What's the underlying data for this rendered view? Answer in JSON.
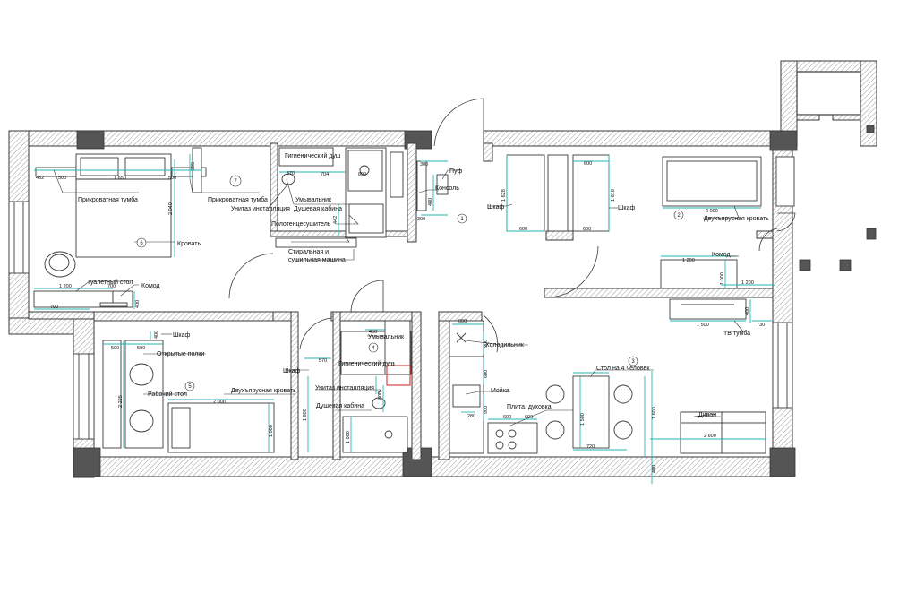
{
  "rooms": [
    {
      "id": "r1",
      "number": "1"
    },
    {
      "id": "r2",
      "number": "2"
    },
    {
      "id": "r3",
      "number": "3"
    },
    {
      "id": "r4",
      "number": "4"
    },
    {
      "id": "r5",
      "number": "5"
    },
    {
      "id": "r6",
      "number": "6"
    },
    {
      "id": "r7",
      "number": "7"
    }
  ],
  "labels": {
    "bedside_table_1": "Прикроватная тумба",
    "bedside_table_2": "Прикроватная тумба",
    "bed": "Кровать",
    "dressing_table": "Туалетный стол",
    "dresser_1": "Комод",
    "hygienic_shower_1": "Гигиенический душ",
    "washbasin_1": "Умывальник",
    "toilet_install_1": "Унитаз инсталляция",
    "shower_cabin_1": "Душевая кабина",
    "towel_warmer": "Полотенцесушитель",
    "washer_dryer": "Стиральная и\nсушильная машина",
    "pouf": "Пуф",
    "console": "Консоль",
    "wardrobe_hall": "Шкаф",
    "wardrobe_room2": "Шкаф",
    "bunk_bed_2": "Двухъярусная кровать",
    "dresser_2": "Комод",
    "tv_stand": "ТВ тумба",
    "wardrobe_room6": "Шкаф",
    "open_shelves": "Открытые полки",
    "desk": "Рабочий стол",
    "bunk_bed_6": "Двухъярусная кровать",
    "wardrobe_bath4": "Шкаф",
    "washbasin_2": "Умывальник",
    "hygienic_shower_2": "Гигиенический душ",
    "toilet_install_2": "Унитаз инсталляция",
    "shower_cabin_2": "Душевая кабина",
    "fridge": "Холодильник",
    "sink": "Мойка",
    "stove": "Плита, духовка",
    "table4": "Стол на 4 человек",
    "sofa": "Диван"
  },
  "dims": {
    "d452": "452",
    "d500a": "500",
    "d1650": "1 650",
    "d500b": "500",
    "d325": "325",
    "d2040": "2 040",
    "d1200a": "1 200",
    "d700a": "700",
    "d700b": "700",
    "d400a": "400",
    "d570a": "570",
    "d704": "704",
    "d800a": "800",
    "d442": "442",
    "d300a": "300",
    "d400b": "400",
    "d300b": "300",
    "d600a": "600",
    "d1628": "1 628",
    "d600b": "600",
    "d600c": "600",
    "d1618": "1 618",
    "d2000a": "2 000",
    "d1200b": "1 200",
    "d1000": "1 000",
    "d1200c": "1 200",
    "d400c": "400",
    "d1500a": "1 500",
    "d730": "730",
    "d400d": "400",
    "d500c": "500",
    "d500d": "500",
    "d2225": "2 225",
    "d2000b": "2 000",
    "d1000b": "1 000",
    "d1800": "1 800",
    "d570b": "570",
    "d450": "450",
    "d800b": "800",
    "d1000c": "1 000",
    "d600d": "600",
    "d900a": "900",
    "d600e": "600",
    "d900b": "900",
    "d280": "280",
    "d600f": "600",
    "d600g": "600",
    "d1500b": "1 500",
    "d720": "720",
    "d1600": "1 600",
    "d2600": "2 600",
    "d400e": "400"
  }
}
